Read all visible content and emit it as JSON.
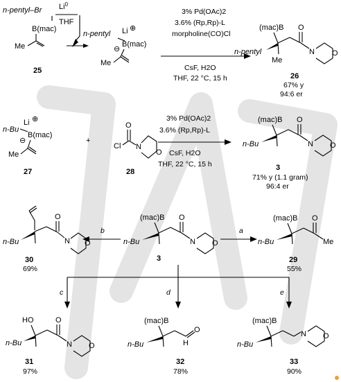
{
  "reagents": {
    "n_pentyl_br": "n-pentyl–Br",
    "li0": "Li",
    "li0_sup": "0",
    "thf": "THF",
    "n_pentyl": "n-pentyl",
    "n_bu": "n-Bu",
    "bmac": "B(mac)",
    "mac_b": "(mac)B",
    "me": "Me",
    "li": "Li",
    "cl": "Cl",
    "o": "O",
    "n": "N",
    "oh": "HO",
    "h": "H",
    "plus": "+",
    "minus": "⊖",
    "cation": "⊕"
  },
  "conditions": {
    "top_1": "3% Pd(OAc)2",
    "top_2": "3.6% (Rp,Rp)-L",
    "top_3": "morpholine(CO)Cl",
    "top_4": "CsF, H2O",
    "top_5": "THF, 22 °C, 15 h",
    "mid_1": "3% Pd(OAc)2",
    "mid_2": "3.6% (Rp,Rp)-L",
    "mid_3": "CsF, H2O",
    "mid_4": "THF, 22 °C, 15 h"
  },
  "compounds": {
    "c25": "25",
    "c26": "26",
    "c26_y": "67% y",
    "c26_er": "94:6 er",
    "c27": "27",
    "c28": "28",
    "c3": "3",
    "c3_y": "71% y (1.1 gram)",
    "c3_er": "96:4 er",
    "c3b": "3",
    "c30": "30",
    "c30_y": "69%",
    "c29": "29",
    "c29_y": "55%",
    "c31": "31",
    "c31_y": "97%",
    "c32": "32",
    "c32_y": "78%",
    "c33": "33",
    "c33_y": "90%"
  },
  "arrow_labels": {
    "a": "a",
    "b": "b",
    "c": "c",
    "d": "d",
    "e": "e"
  },
  "colors": {
    "watermark": "#d8d8d8",
    "orange_mark": "#f0a030"
  }
}
